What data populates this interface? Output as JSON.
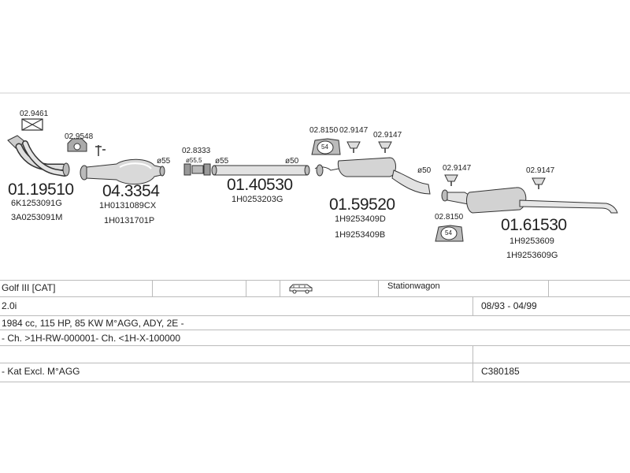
{
  "parts": {
    "p1": {
      "number": "01.19510",
      "refs": [
        "6K1253091G",
        "3A0253091M"
      ]
    },
    "p2": {
      "number": "04.3354",
      "refs": [
        "1H0131089CX",
        "1H0131701P"
      ]
    },
    "p3": {
      "number": "01.40530",
      "refs": [
        "1H0253203G"
      ]
    },
    "p4": {
      "number": "01.59520",
      "refs": [
        "1H9253409D",
        "1H9253409B"
      ]
    },
    "p5": {
      "number": "01.61530",
      "refs": [
        "1H9253609",
        "1H9253609G"
      ]
    }
  },
  "fittings": {
    "gasket_top": "02.9461",
    "gasket_cat": "02.9548",
    "clamp_ring": "02.8333",
    "hanger_mid": "02.8150",
    "rubber_a": "02.9147",
    "rubber_b": "02.9147",
    "rubber_c": "02.9147",
    "rubber_d": "02.9147",
    "hanger_rear": "02.8150"
  },
  "dimensions": {
    "d55_a": "ø55",
    "d55_b": "ø55",
    "d55_5": "ø55,5",
    "d50_a": "ø50",
    "d50_b": "ø50",
    "hanger_code": "54"
  },
  "vehicle": {
    "model": "Golf III  [CAT]",
    "body": "Stationwagon",
    "engine": "2.0i",
    "years": "08/93 - 04/99",
    "spec": "1984 cc, 115 HP, 85 KW M°AGG, ADY, 2E -",
    "chassis": "- Ch. >1H-RW-000001- Ch. <1H-X-100000",
    "note": "- Kat Excl. M°AGG",
    "code": "C380185"
  }
}
